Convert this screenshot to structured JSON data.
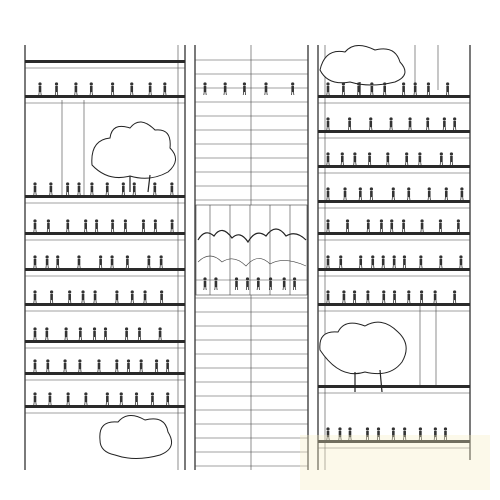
{
  "drawing": {
    "kind": "architectural-section",
    "line_color": "#222222",
    "background": "#ffffff",
    "watermark_color": "#f1e6a8"
  },
  "towers": {
    "left": {
      "floors": 12,
      "sky_gardens": 2
    },
    "right": {
      "floors": 11,
      "sky_gardens": 2
    }
  },
  "atrium": {
    "floors": 14,
    "landscape_band": 1
  }
}
